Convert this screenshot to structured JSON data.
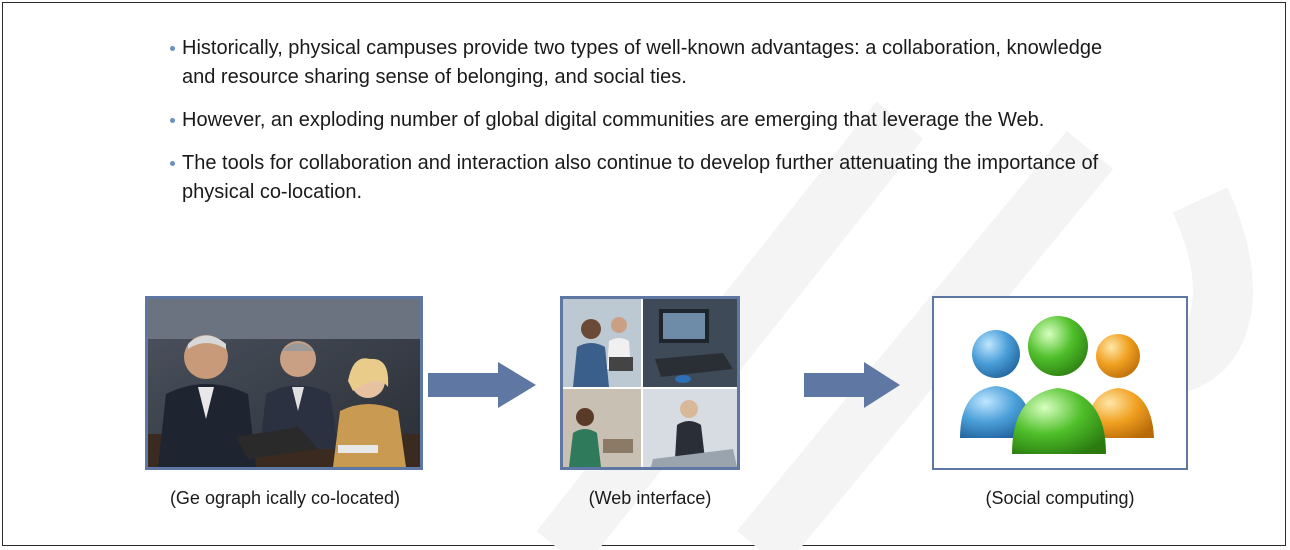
{
  "bullets": [
    "Historically, physical campuses provide two types of well-known advantages: a collaboration, knowledge and resource sharing sense of belonging, and social ties.",
    "However, an exploding number of global digital communities are emerging that leverage the Web.",
    "The tools for collaboration and interaction also continue to develop further attenuating the importance of physical co-location."
  ],
  "stages": [
    {
      "caption": "(Ge ograph ically co-located)",
      "image": "business-meeting-photo"
    },
    {
      "caption": "(Web interface)",
      "image": "web-workers-collage"
    },
    {
      "caption": "(Social computing)",
      "image": "people-group-icon"
    }
  ],
  "colors": {
    "frame_border": "#5f77a3",
    "arrow": "#5f77a3",
    "bullet_dot": "#6a8fbf",
    "icon_blue": "#4a9fd8",
    "icon_green": "#4fbf2a",
    "icon_orange": "#f0a020"
  }
}
